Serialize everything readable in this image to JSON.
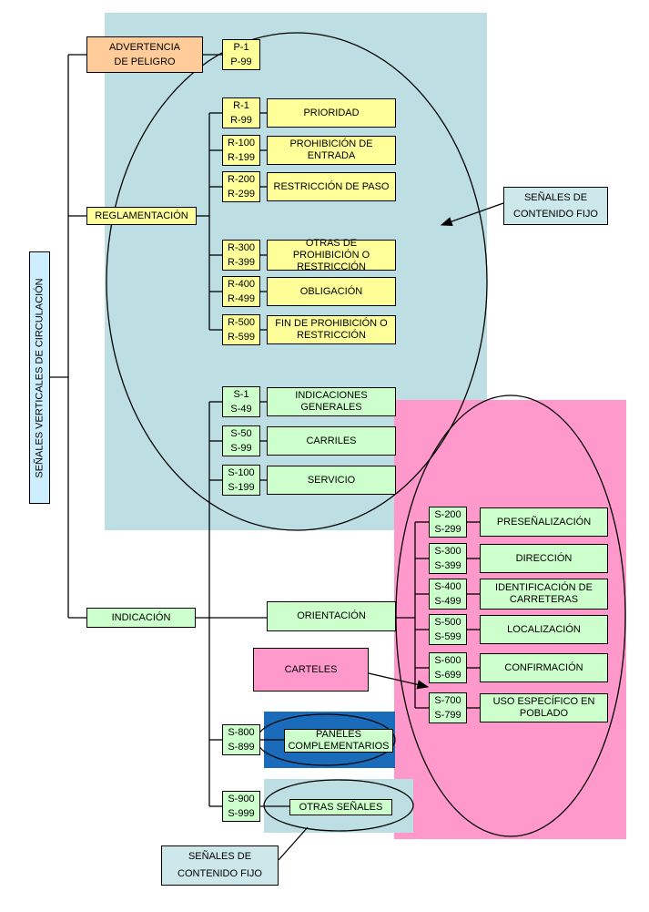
{
  "root": {
    "label": "SEÑALES VERTICALES DE CIRCULACIÓN"
  },
  "categories": {
    "advertencia": {
      "label_line1": "ADVERTENCIA",
      "label_line2": "DE PELIGRO",
      "code_from": "P-1",
      "code_to": "P-99"
    },
    "reglamentacion": {
      "label": "REGLAMENTACIÓN"
    },
    "indicacion": {
      "label": "INDICACIÓN"
    }
  },
  "reglamentacion_items": [
    {
      "from": "R-1",
      "to": "R-99",
      "label": "PRIORIDAD"
    },
    {
      "from": "R-100",
      "to": "R-199",
      "label": "PROHIBICIÓN DE ENTRADA"
    },
    {
      "from": "R-200",
      "to": "R-299",
      "label": "RESTRICCIÓN DE PASO"
    },
    {
      "from": "R-300",
      "to": "R-399",
      "label": "OTRAS DE PROHIBICIÓN O RESTRICCIÓN"
    },
    {
      "from": "R-400",
      "to": "R-499",
      "label": "OBLIGACIÓN"
    },
    {
      "from": "R-500",
      "to": "R-599",
      "label": "FIN DE PROHIBICIÓN O RESTRICCIÓN"
    }
  ],
  "indicacion_items": [
    {
      "from": "S-1",
      "to": "S-49",
      "label": "INDICACIONES GENERALES"
    },
    {
      "from": "S-50",
      "to": "S-99",
      "label": "CARRILES"
    },
    {
      "from": "S-100",
      "to": "S-199",
      "label": "SERVICIO"
    }
  ],
  "orientacion": {
    "label": "ORIENTACIÓN"
  },
  "orientacion_items": [
    {
      "from": "S-200",
      "to": "S-299",
      "label": "PRESEÑALIZACIÓN"
    },
    {
      "from": "S-300",
      "to": "S-399",
      "label": "DIRECCIÓN"
    },
    {
      "from": "S-400",
      "to": "S-499",
      "label": "IDENTIFICACIÓN DE CARRETERAS"
    },
    {
      "from": "S-500",
      "to": "S-599",
      "label": "LOCALIZACIÓN"
    },
    {
      "from": "S-600",
      "to": "S-699",
      "label": "CONFIRMACIÓN"
    },
    {
      "from": "S-700",
      "to": "S-799",
      "label": "USO ESPECÍFICO EN POBLADO"
    }
  ],
  "paneles": {
    "from": "S-800",
    "to": "S-899",
    "label": "PANELES COMPLEMENTARIOS"
  },
  "otras": {
    "from": "S-900",
    "to": "S-999",
    "label": "OTRAS SEÑALES"
  },
  "callouts": {
    "contenido_fijo_top": {
      "line1": "SEÑALES DE",
      "line2": "CONTENIDO FIJO"
    },
    "carteles": {
      "label": "CARTELES"
    },
    "contenido_fijo_bottom": {
      "line1": "SEÑALES DE",
      "line2": "CONTENIDO FIJO"
    }
  },
  "colors": {
    "teal": "#bddfe3",
    "pink": "#ff99cc",
    "dark_blue": "#1a6cbb",
    "yellow": "#ffff99",
    "green": "#ccffcc",
    "orange": "#ffcc99",
    "light_blue": "#cceeff"
  }
}
